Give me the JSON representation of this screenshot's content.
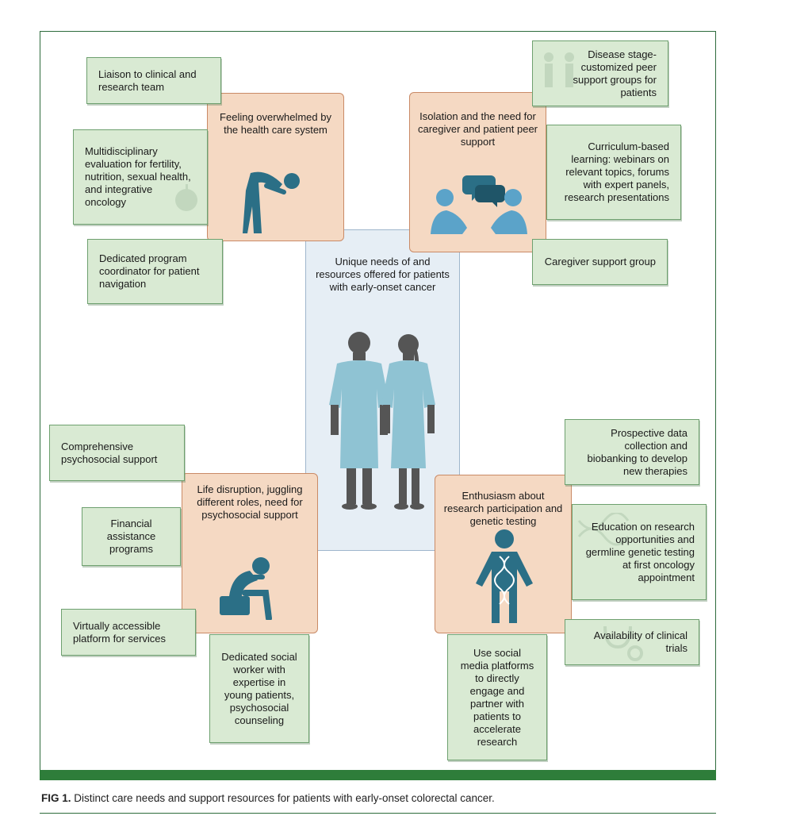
{
  "center": {
    "text": "Unique needs of and resources offered for patients with early-onset cancer"
  },
  "needs": {
    "top_left": "Feeling overwhelmed by the health care system",
    "top_right": "Isolation and the need for caregiver and patient peer support",
    "bottom_left": "Life disruption, juggling different roles, need for psychosocial support",
    "bottom_right": "Enthusiasm about research participation and genetic testing"
  },
  "resources": {
    "liaison": "Liaison to clinical and research team",
    "multidisciplinary": "Multidisciplinary evaluation for fertility, nutrition, sexual health, and integrative oncology",
    "coordinator": "Dedicated program coordinator for patient navigation",
    "peer_groups": "Disease stage-customized peer support groups for patients",
    "curriculum": "Curriculum-based learning: webinars on relevant topics, forums with expert panels, research presentations",
    "caregiver": "Caregiver support group",
    "psychosocial": "Comprehensive psychosocial support",
    "financial": "Financial assistance programs",
    "virtual": "Virtually accessible platform for services",
    "social_worker": "Dedicated social worker with expertise in young patients, psychosocial counseling",
    "prospective": "Prospective data collection and biobanking to develop new therapies",
    "education": "Education on research opportunities and germline genetic testing at first oncology appointment",
    "trials": "Availability of clinical trials",
    "social_media": "Use social media platforms to directly engage and partner with patients to accelerate research"
  },
  "caption": {
    "label": "FIG 1.",
    "text": "Distinct care needs and support resources for patients with early-onset colorectal cancer."
  },
  "colors": {
    "green_box": "#d9ead3",
    "peach_box": "#f5d9c3",
    "center_box": "#e6eef5",
    "icon": "#2b6f86",
    "frame": "#2e7d3a"
  }
}
